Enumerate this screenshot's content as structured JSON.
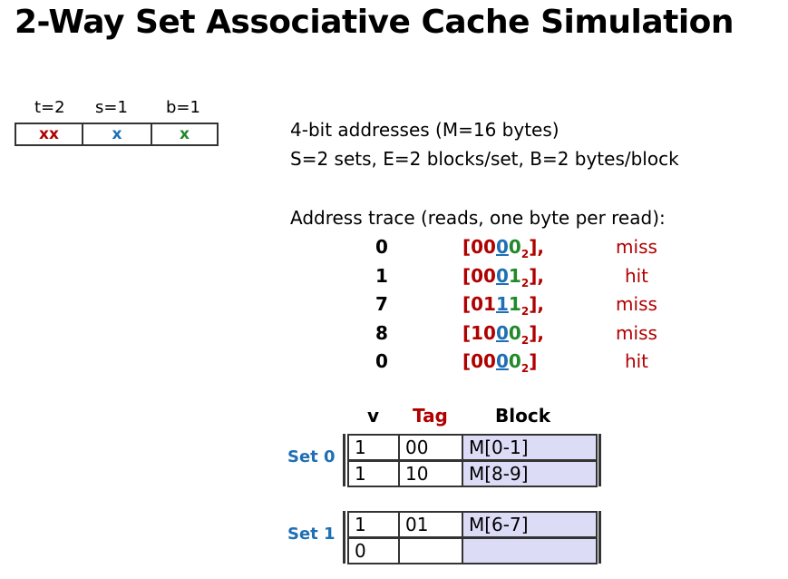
{
  "title": "2-Way Set Associative Cache Simulation",
  "fields": [
    {
      "label": "t=2",
      "bits": "xx",
      "color": "#b00000"
    },
    {
      "label": "s=1",
      "bits": "x",
      "color": "#1f6fb5"
    },
    {
      "label": "b=1",
      "bits": "x",
      "color": "#22882a"
    }
  ],
  "info": {
    "line1": "4-bit addresses (M=16 bytes)",
    "line2": "S=2 sets, E=2 blocks/set, B=2 bytes/block",
    "trace_heading": "Address trace (reads, one byte per read):"
  },
  "trace": [
    {
      "addr": "0",
      "tag": "00",
      "set": "0",
      "offset": "0",
      "tail": "],",
      "result": "miss"
    },
    {
      "addr": "1",
      "tag": "00",
      "set": "0",
      "offset": "1",
      "tail": "],",
      "result": "hit"
    },
    {
      "addr": "7",
      "tag": "01",
      "set": "1",
      "offset": "1",
      "tail": "],",
      "result": "miss"
    },
    {
      "addr": "8",
      "tag": "10",
      "set": "0",
      "offset": "0",
      "tail": "],",
      "result": "miss"
    },
    {
      "addr": "0",
      "tag": "00",
      "set": "0",
      "offset": "0",
      "tail": "]",
      "result": "hit"
    }
  ],
  "cache": {
    "headers": {
      "v": "v",
      "tag": "Tag",
      "block": "Block"
    },
    "sets": [
      {
        "label": "Set 0",
        "lines": [
          {
            "v": "1",
            "tag": "00",
            "block": "M[0-1]"
          },
          {
            "v": "1",
            "tag": "10",
            "block": "M[8-9]"
          }
        ]
      },
      {
        "label": "Set 1",
        "lines": [
          {
            "v": "1",
            "tag": "01",
            "block": "M[6-7]"
          },
          {
            "v": "0",
            "tag": "",
            "block": ""
          }
        ]
      }
    ]
  }
}
